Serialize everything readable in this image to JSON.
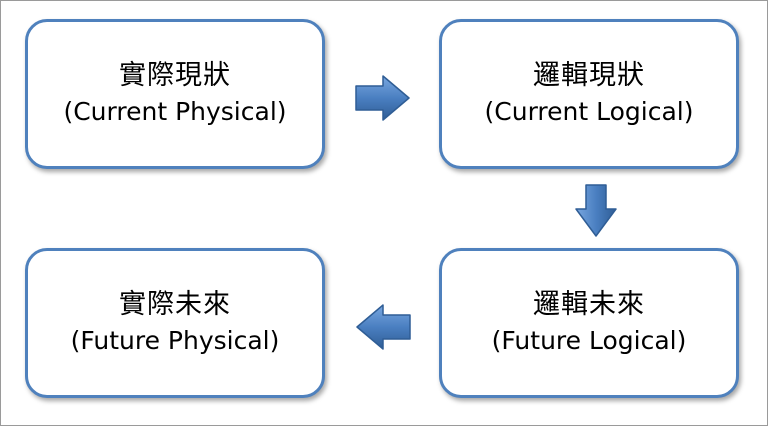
{
  "boxes": {
    "current_physical": {
      "zh": "實際現狀",
      "en": "(Current Physical)"
    },
    "current_logical": {
      "zh": "邏輯現狀",
      "en": "(Current Logical)"
    },
    "future_logical": {
      "zh": "邏輯未來",
      "en": "(Future Logical)"
    },
    "future_physical": {
      "zh": "實際未來",
      "en": "(Future Physical)"
    }
  },
  "arrows": [
    {
      "from": "current_physical",
      "to": "current_logical",
      "direction": "right"
    },
    {
      "from": "current_logical",
      "to": "future_logical",
      "direction": "down"
    },
    {
      "from": "future_logical",
      "to": "future_physical",
      "direction": "left"
    }
  ],
  "colors": {
    "box_border": "#4f81bd",
    "arrow_fill": "#4a7fc1",
    "arrow_stroke": "#2f5d95"
  }
}
